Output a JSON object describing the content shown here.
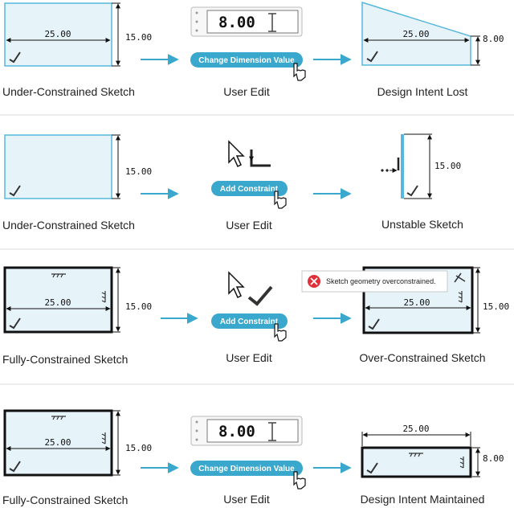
{
  "colors": {
    "sketch_fill": "#e6f4fa",
    "sketch_stroke_light": "#55b8dc",
    "sketch_stroke_heavy": "#111111",
    "accent": "#3aa7cc",
    "error": "#e0303a"
  },
  "rows": [
    {
      "left": {
        "caption": "Under-Constrained Sketch",
        "width_label": "25.00",
        "height_label": "15.00"
      },
      "middle": {
        "caption": "User Edit",
        "button": "Change Dimension Value",
        "input_value": "8.00"
      },
      "right": {
        "caption": "Design Intent Lost",
        "width_label": "25.00",
        "height_label": "8.00"
      }
    },
    {
      "left": {
        "caption": "Under-Constrained Sketch",
        "height_label": "15.00"
      },
      "middle": {
        "caption": "User Edit",
        "button": "Add Constraint"
      },
      "right": {
        "caption": "Unstable Sketch",
        "height_label": "15.00"
      }
    },
    {
      "left": {
        "caption": "Fully-Constrained Sketch",
        "width_label": "25.00",
        "height_label": "15.00"
      },
      "middle": {
        "caption": "User Edit",
        "button": "Add Constraint"
      },
      "right": {
        "caption": "Over-Constrained Sketch",
        "width_label": "25.00",
        "height_label": "15.00",
        "error_message": "Sketch geometry overconstrained."
      }
    },
    {
      "left": {
        "caption": "Fully-Constrained Sketch",
        "width_label": "25.00",
        "height_label": "15.00"
      },
      "middle": {
        "caption": "User Edit",
        "button": "Change Dimension Value",
        "input_value": "8.00"
      },
      "right": {
        "caption": "Design Intent Maintained",
        "width_label": "25.00",
        "height_label": "8.00"
      }
    }
  ]
}
